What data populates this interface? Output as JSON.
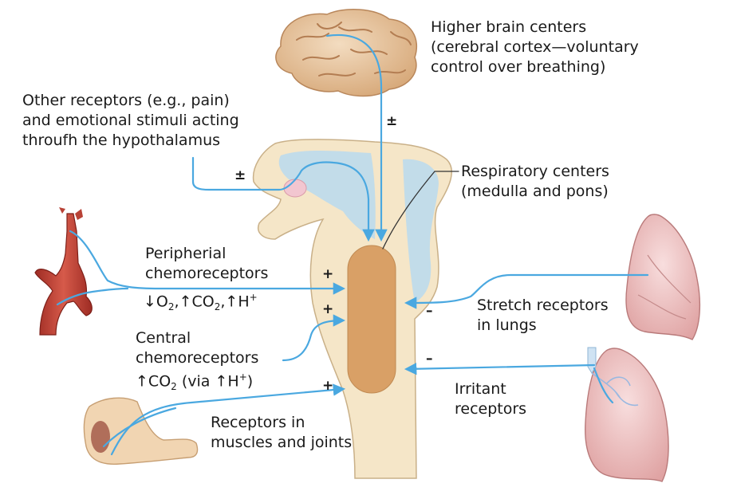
{
  "labels": {
    "higher_brain": [
      "Higher brain centers",
      "(cerebral cortex—voluntary",
      "control over breathing)"
    ],
    "other_receptors": [
      "Other receptors (e.g., pain)",
      "and emotional stimuli acting",
      "throufh the hypothalamus"
    ],
    "respiratory_centers": [
      "Respiratory centers",
      "(medulla and pons)"
    ],
    "peripheral": [
      "Peripherial",
      "chemoreceptors"
    ],
    "peripheral_formula": {
      "down": "↓",
      "o2": "O",
      "o2_sub": "2",
      "up1": ",↑",
      "co2": "CO",
      "co2_sub": "2",
      "up2": ",↑",
      "h": "H",
      "h_sup": "+"
    },
    "central": [
      "Central",
      "chemoreceptors"
    ],
    "central_formula": {
      "up": "↑",
      "co2": "CO",
      "co2_sub": "2",
      "via": " (via ",
      "up2": "↑",
      "h": "H",
      "h_sup": "+",
      "end": ")"
    },
    "stretch": [
      "Stretch receptors",
      "in lungs"
    ],
    "irritant": [
      "Irritant",
      "receptors"
    ],
    "muscles": [
      "Receptors in",
      "muscles and joints"
    ]
  },
  "signs": {
    "brain": "±",
    "hypothalamus": "±",
    "peripheral": "+",
    "central": "+",
    "muscles": "+",
    "stretch": "–",
    "irritant": "–"
  },
  "colors": {
    "arrow": "#4aa8e0",
    "medulla": "#d9a066",
    "tissue": "#f5e6c8",
    "csf": "#b9d9ee",
    "lung": "#f2c6c6",
    "artery": "#c8453a",
    "brain": "#e9c9a0"
  },
  "icons": [
    "brain-icon",
    "artery-icon",
    "arm-icon",
    "lung-icon",
    "bronchi-lung-icon",
    "brainstem-icon"
  ]
}
